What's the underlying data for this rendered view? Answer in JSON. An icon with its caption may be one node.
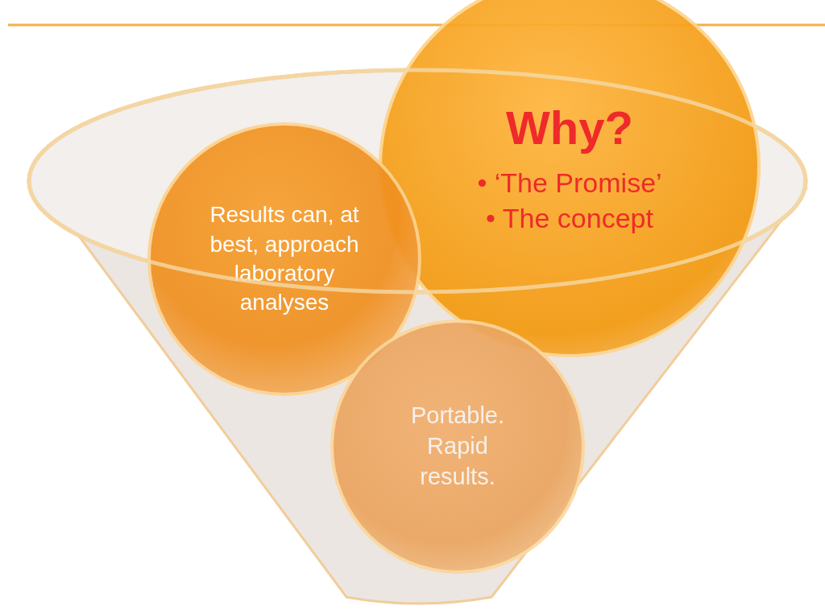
{
  "diagram": {
    "nodes": [
      {
        "text": [
          "Why?",
          "• ‘The Promise’",
          "• The concept"
        ]
      },
      {
        "text": [
          "Results can, at best, approach laboratory analyses"
        ]
      },
      {
        "text": [
          "Portable. Rapid results."
        ]
      }
    ]
  }
}
